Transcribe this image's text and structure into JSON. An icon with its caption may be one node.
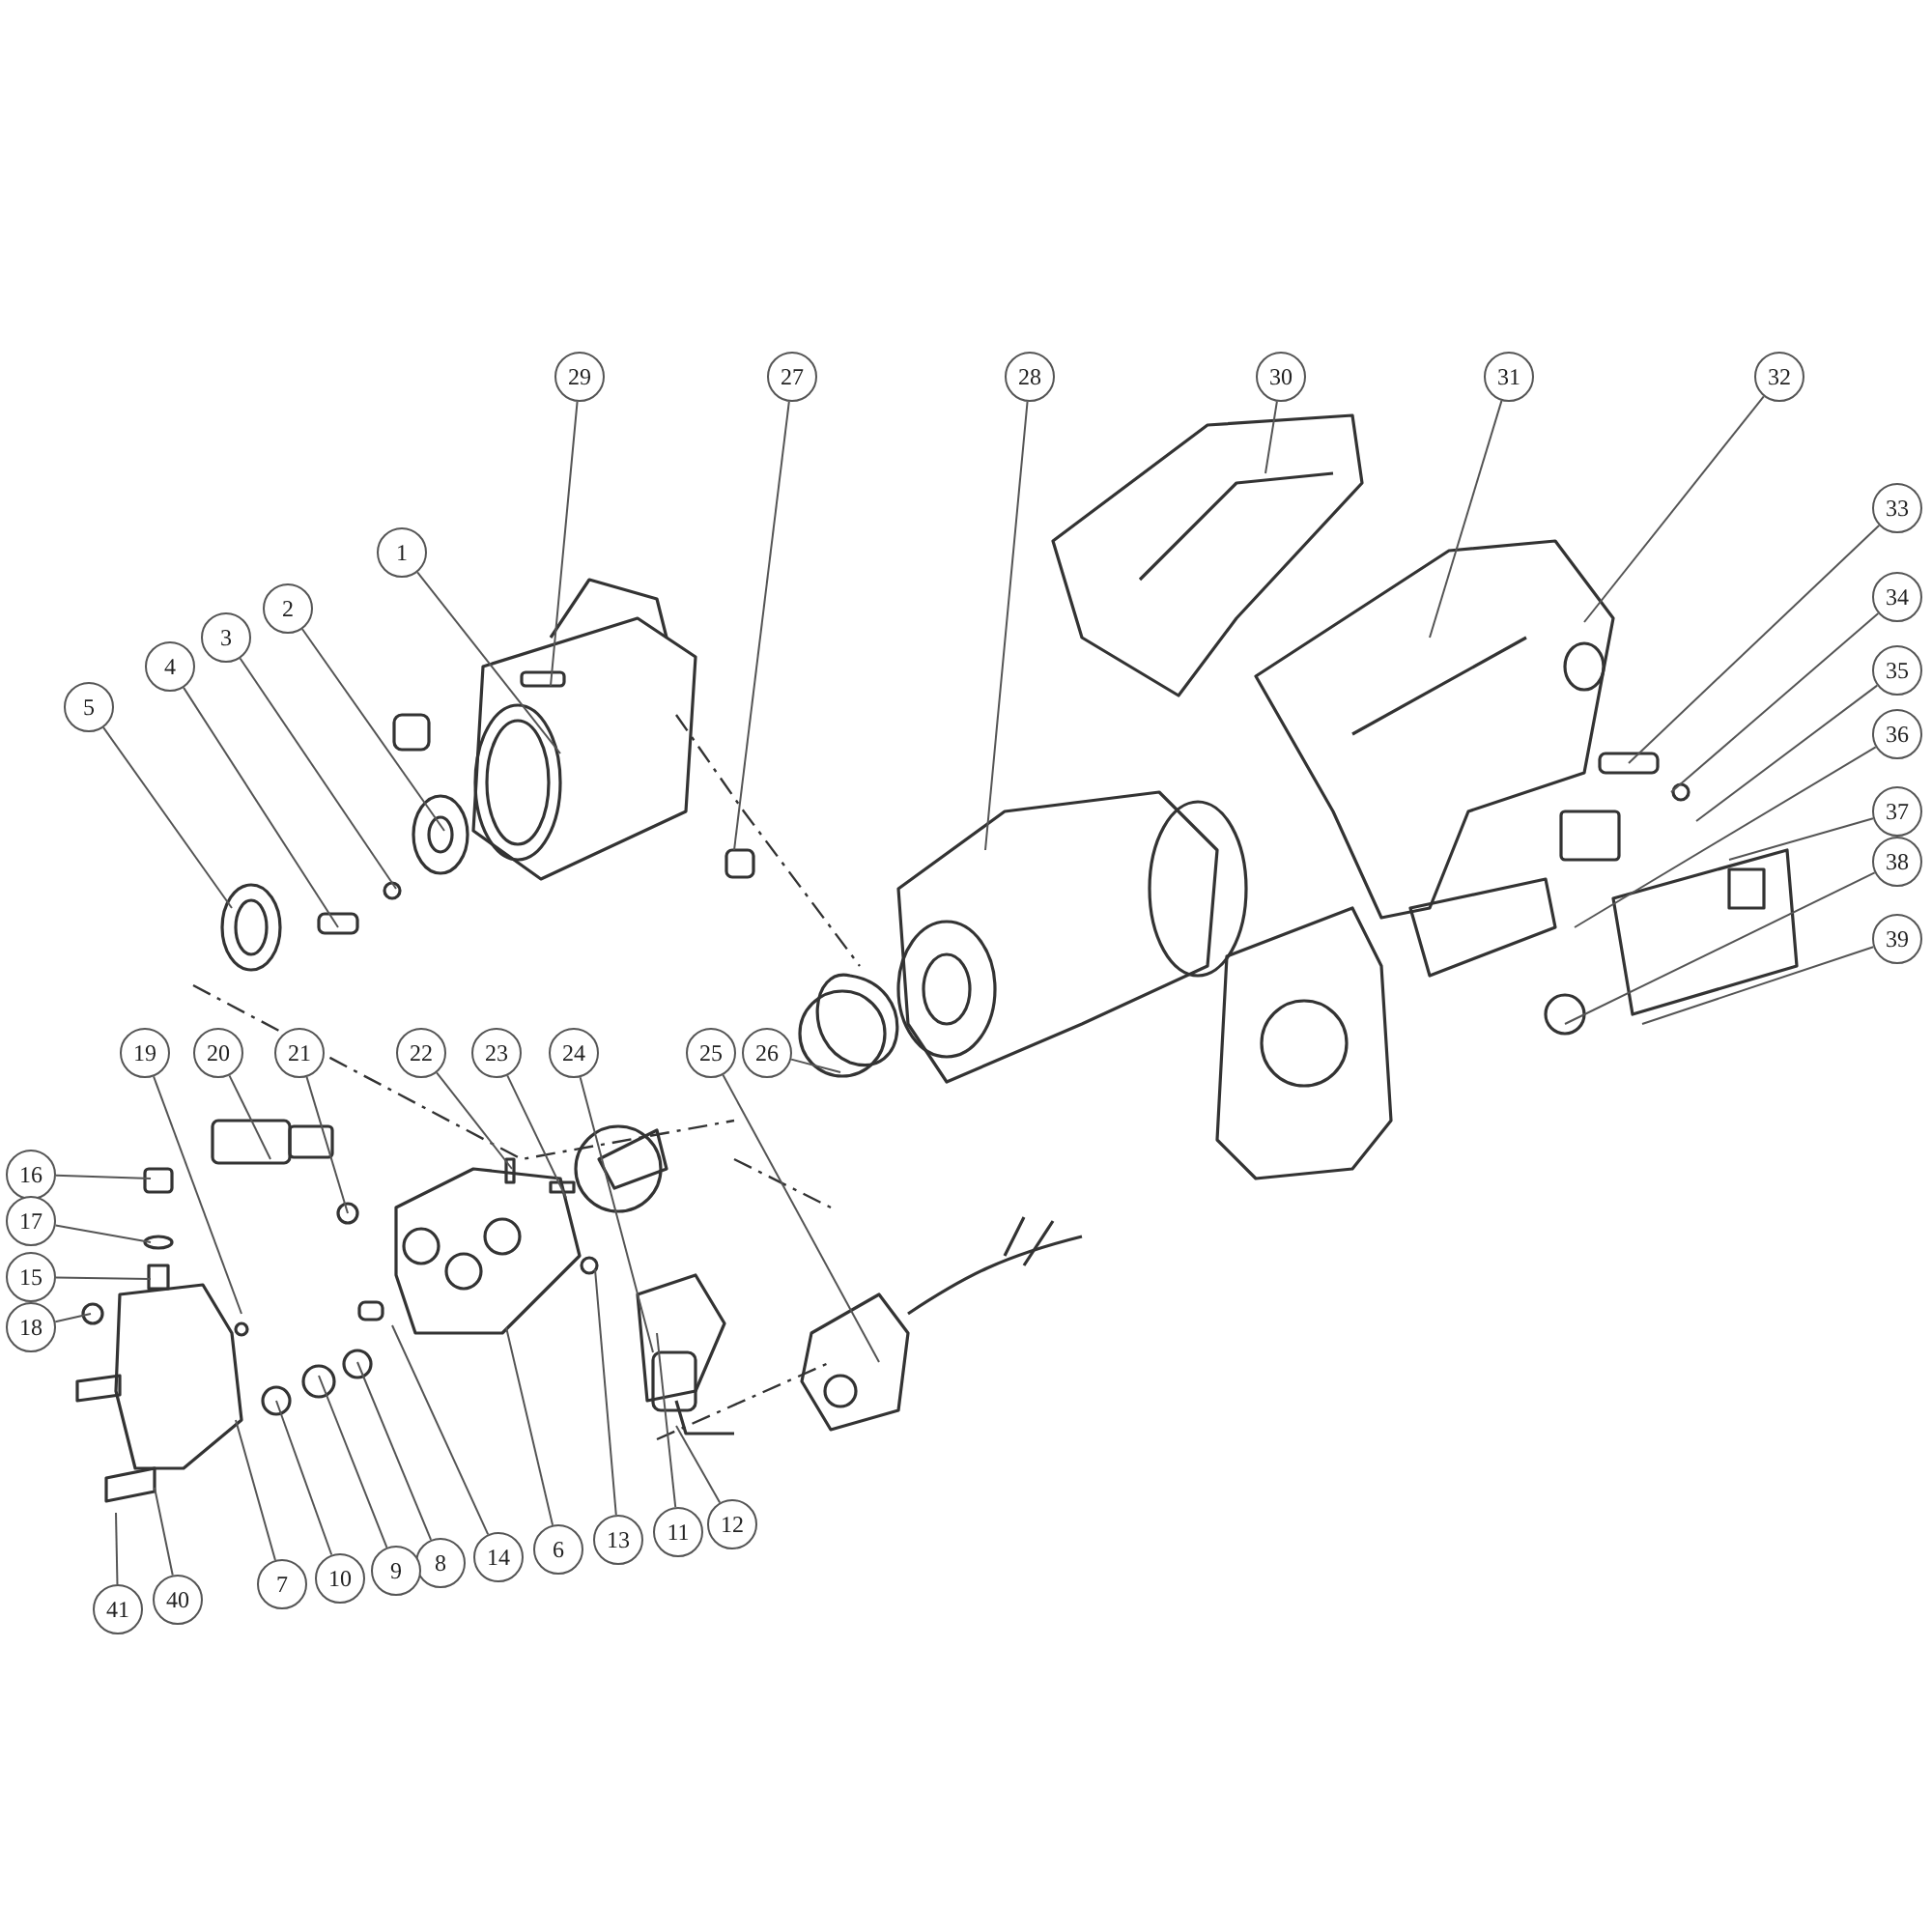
{
  "diagram": {
    "nodes": [
      {
        "text": [
          "1"
        ]
      },
      {
        "text": [
          "2"
        ]
      },
      {
        "text": [
          "3"
        ]
      },
      {
        "text": [
          "4"
        ]
      },
      {
        "text": [
          "5"
        ]
      },
      {
        "text": [
          "6"
        ]
      },
      {
        "text": [
          "7"
        ]
      },
      {
        "text": [
          "8"
        ]
      },
      {
        "text": [
          "9"
        ]
      },
      {
        "text": [
          "10"
        ]
      },
      {
        "text": [
          "11"
        ]
      },
      {
        "text": [
          "12"
        ]
      },
      {
        "text": [
          "13"
        ]
      },
      {
        "text": [
          "14"
        ]
      },
      {
        "text": [
          "15"
        ]
      },
      {
        "text": [
          "16"
        ]
      },
      {
        "text": [
          "17"
        ]
      },
      {
        "text": [
          "18"
        ]
      },
      {
        "text": [
          "19"
        ]
      },
      {
        "text": [
          "20"
        ]
      },
      {
        "text": [
          "21"
        ]
      },
      {
        "text": [
          "22"
        ]
      },
      {
        "text": [
          "23"
        ]
      },
      {
        "text": [
          "24"
        ]
      },
      {
        "text": [
          "25"
        ]
      },
      {
        "text": [
          "26"
        ]
      },
      {
        "text": [
          "27"
        ]
      },
      {
        "text": [
          "28"
        ]
      },
      {
        "text": [
          "29"
        ]
      },
      {
        "text": [
          "30"
        ]
      },
      {
        "text": [
          "31"
        ]
      },
      {
        "text": [
          "32"
        ]
      },
      {
        "text": [
          "33"
        ]
      },
      {
        "text": [
          "34"
        ]
      },
      {
        "text": [
          "35"
        ]
      },
      {
        "text": [
          "36"
        ]
      },
      {
        "text": [
          "37"
        ]
      },
      {
        "text": [
          "38"
        ]
      },
      {
        "text": [
          "39"
        ]
      },
      {
        "text": [
          "40"
        ]
      },
      {
        "text": [
          "41"
        ]
      }
    ],
    "edges": [
      {
        "from": 0,
        "to": null,
        "arrow": "none"
      },
      {
        "from": 1,
        "to": null,
        "arrow": "none"
      },
      {
        "from": 2,
        "to": null,
        "arrow": "none"
      },
      {
        "from": 3,
        "to": null,
        "arrow": "none"
      },
      {
        "from": 4,
        "to": null,
        "arrow": "none"
      },
      {
        "from": 5,
        "to": null,
        "arrow": "none"
      },
      {
        "from": 6,
        "to": null,
        "arrow": "none"
      },
      {
        "from": 7,
        "to": null,
        "arrow": "none"
      },
      {
        "from": 8,
        "to": null,
        "arrow": "none"
      },
      {
        "from": 9,
        "to": null,
        "arrow": "none"
      },
      {
        "from": 10,
        "to": null,
        "arrow": "none"
      },
      {
        "from": 11,
        "to": null,
        "arrow": "none"
      },
      {
        "from": 12,
        "to": null,
        "arrow": "none"
      },
      {
        "from": 13,
        "to": null,
        "arrow": "none"
      },
      {
        "from": 14,
        "to": null,
        "arrow": "none"
      },
      {
        "from": 15,
        "to": null,
        "arrow": "none"
      },
      {
        "from": 16,
        "to": null,
        "arrow": "none"
      },
      {
        "from": 17,
        "to": null,
        "arrow": "none"
      },
      {
        "from": 18,
        "to": null,
        "arrow": "none"
      },
      {
        "from": 19,
        "to": null,
        "arrow": "none"
      },
      {
        "from": 20,
        "to": null,
        "arrow": "none"
      },
      {
        "from": 21,
        "to": null,
        "arrow": "none"
      },
      {
        "from": 22,
        "to": null,
        "arrow": "none"
      },
      {
        "from": 23,
        "to": null,
        "arrow": "none"
      },
      {
        "from": 24,
        "to": null,
        "arrow": "none"
      },
      {
        "from": 25,
        "to": null,
        "arrow": "none"
      },
      {
        "from": 26,
        "to": null,
        "arrow": "none"
      },
      {
        "from": 27,
        "to": null,
        "arrow": "none"
      },
      {
        "from": 28,
        "to": null,
        "arrow": "none"
      },
      {
        "from": 29,
        "to": null,
        "arrow": "none"
      },
      {
        "from": 30,
        "to": null,
        "arrow": "none"
      },
      {
        "from": 31,
        "to": null,
        "arrow": "none"
      },
      {
        "from": 32,
        "to": null,
        "arrow": "none"
      },
      {
        "from": 33,
        "to": null,
        "arrow": "none"
      },
      {
        "from": 34,
        "to": null,
        "arrow": "none"
      },
      {
        "from": 35,
        "to": null,
        "arrow": "none"
      },
      {
        "from": 36,
        "to": null,
        "arrow": "none"
      },
      {
        "from": 37,
        "to": null,
        "arrow": "none"
      },
      {
        "from": 38,
        "to": null,
        "arrow": "none"
      },
      {
        "from": 39,
        "to": null,
        "arrow": "none"
      },
      {
        "from": 40,
        "to": null,
        "arrow": "none"
      }
    ]
  }
}
